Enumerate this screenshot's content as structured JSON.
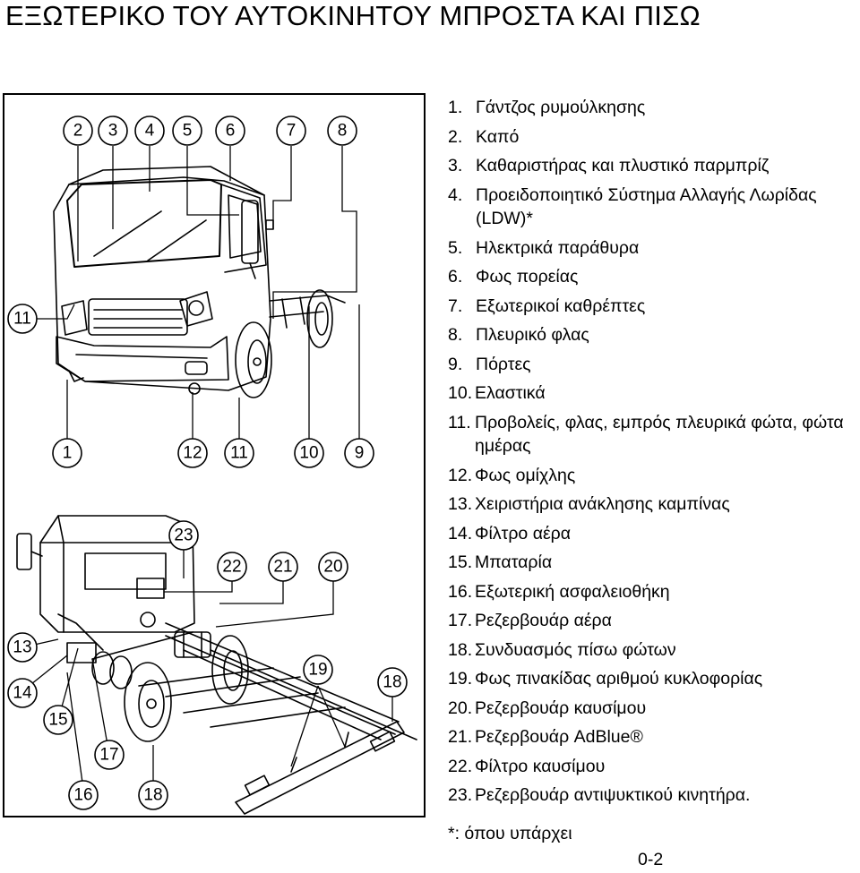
{
  "title": "ΕΞΩΤΕΡΙΚΟ ΤΟΥ ΑΥΤΟΚΙΝΗΤΟΥ ΜΠΡΟΣΤΑ ΚΑΙ ΠΙΣΩ",
  "callouts": {
    "c1": "1",
    "c2": "2",
    "c3": "3",
    "c4": "4",
    "c5": "5",
    "c6": "6",
    "c7": "7",
    "c8": "8",
    "c9": "9",
    "c10": "10",
    "c11a": "11",
    "c11b": "11",
    "c12": "12",
    "c13": "13",
    "c14": "14",
    "c15": "15",
    "c16": "16",
    "c17": "17",
    "c18a": "18",
    "c18b": "18",
    "c19": "19",
    "c20": "20",
    "c21": "21",
    "c22": "22",
    "c23": "23"
  },
  "legend": [
    {
      "num": "1.",
      "text": "Γάντζος ρυμούλκησης"
    },
    {
      "num": "2.",
      "text": "Καπό"
    },
    {
      "num": "3.",
      "text": "Καθαριστήρας και πλυστικό παρμπρίζ"
    },
    {
      "num": "4.",
      "text": "Προειδοποιητικό Σύστημα Αλλαγής Λωρίδας (LDW)*"
    },
    {
      "num": "5.",
      "text": "Ηλεκτρικά παράθυρα"
    },
    {
      "num": "6.",
      "text": "Φως πορείας"
    },
    {
      "num": "7.",
      "text": "Εξωτερικοί καθρέπτες"
    },
    {
      "num": "8.",
      "text": "Πλευρικό φλας"
    },
    {
      "num": "9.",
      "text": "Πόρτες"
    },
    {
      "num": "10.",
      "text": "Ελαστικά"
    },
    {
      "num": "11.",
      "text": "Προβολείς, φλας, εμπρός πλευρικά φώτα, φώτα ημέρας"
    },
    {
      "num": "12.",
      "text": "Φως ομίχλης"
    },
    {
      "num": "13.",
      "text": "Χειριστήρια ανάκλησης καμπίνας"
    },
    {
      "num": "14.",
      "text": "Φίλτρο αέρα"
    },
    {
      "num": "15.",
      "text": "Μπαταρία"
    },
    {
      "num": "16.",
      "text": "Εξωτερική ασφαλειοθήκη"
    },
    {
      "num": "17.",
      "text": "Ρεζερβουάρ αέρα"
    },
    {
      "num": "18.",
      "text": "Συνδυασμός πίσω φώτων"
    },
    {
      "num": "19.",
      "text": "Φως πινακίδας αριθμού κυκλοφορίας"
    },
    {
      "num": "20.",
      "text": "Ρεζερβουάρ καυσίμου"
    },
    {
      "num": "21.",
      "text": "Ρεζερβουάρ AdBlue®"
    },
    {
      "num": "22.",
      "text": "Φίλτρο καυσίμου"
    },
    {
      "num": "23.",
      "text": "Ρεζερβουάρ αντιψυκτικού κινητήρα."
    }
  ],
  "footnote": "*: όπου υπάρχει",
  "page_number": "0-2"
}
